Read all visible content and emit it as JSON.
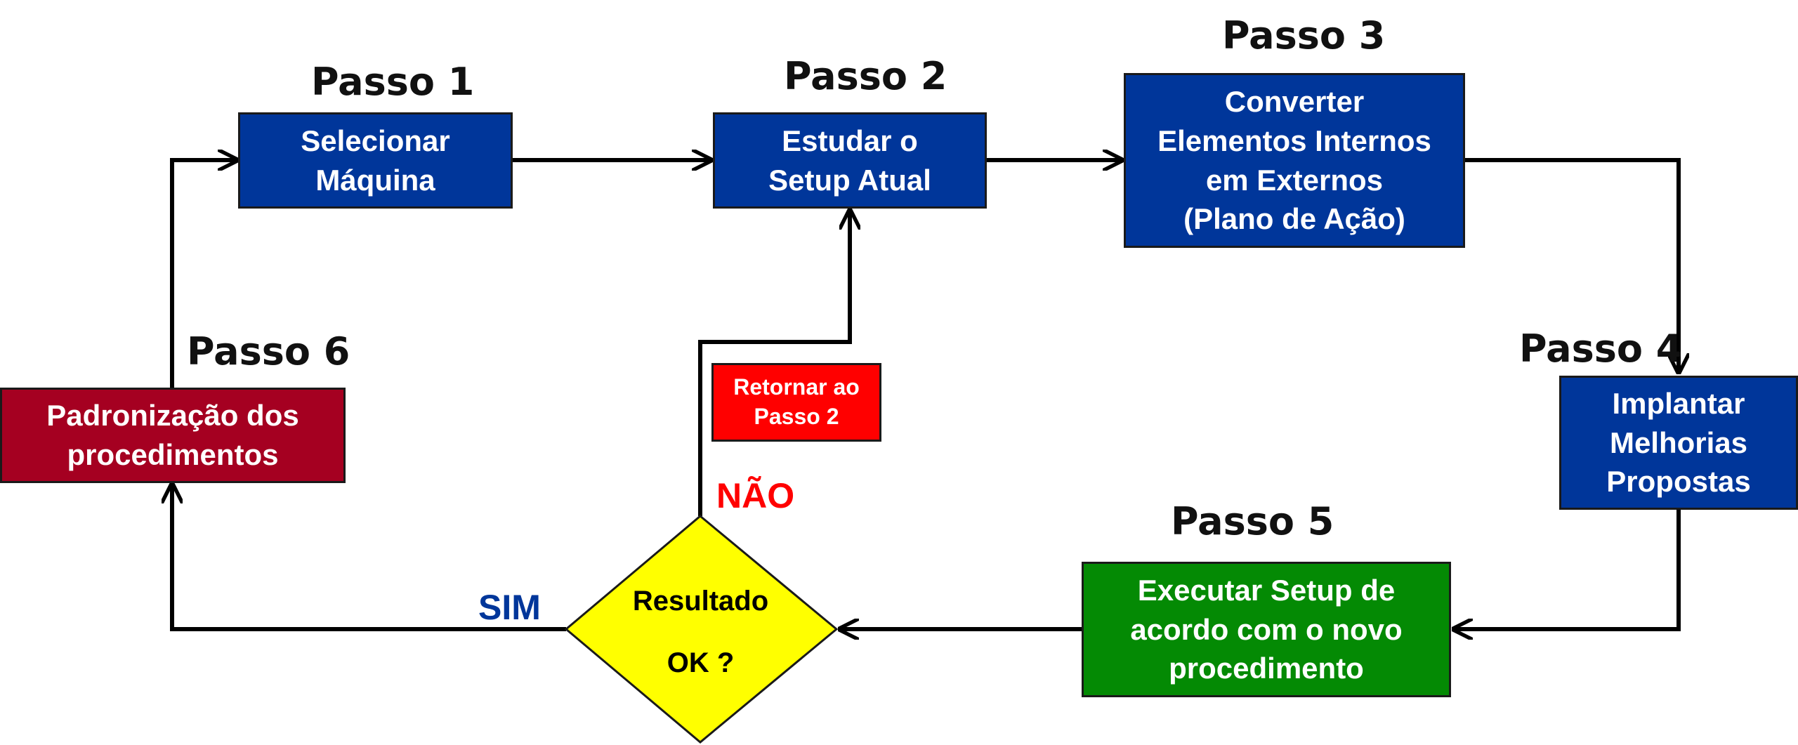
{
  "colors": {
    "blue": "#00369a",
    "dark_red": "#a50021",
    "green": "#048a04",
    "yellow": "#ffff00",
    "red": "#ff0000",
    "arrow": "#000000"
  },
  "steps": {
    "passo1": {
      "label": "Passo 1",
      "text": "Selecionar\nMáquina"
    },
    "passo2": {
      "label": "Passo 2",
      "text": "Estudar o\nSetup Atual"
    },
    "passo3": {
      "label": "Passo 3",
      "text": "Converter\nElementos Internos\nem Externos\n(Plano de Ação)"
    },
    "passo4": {
      "label": "Passo 4",
      "text": "Implantar\nMelhorias\nPropostas"
    },
    "passo5": {
      "label": "Passo 5",
      "text": "Executar Setup de\nacordo com o novo\nprocedimento"
    },
    "passo6": {
      "label": "Passo 6",
      "text": "Padronização dos\nprocedimentos"
    }
  },
  "decision": {
    "line1": "Resultado",
    "line2": "OK ?",
    "yes": "SIM",
    "no": "NÃO"
  },
  "return_note": "Retornar ao\nPasso 2"
}
